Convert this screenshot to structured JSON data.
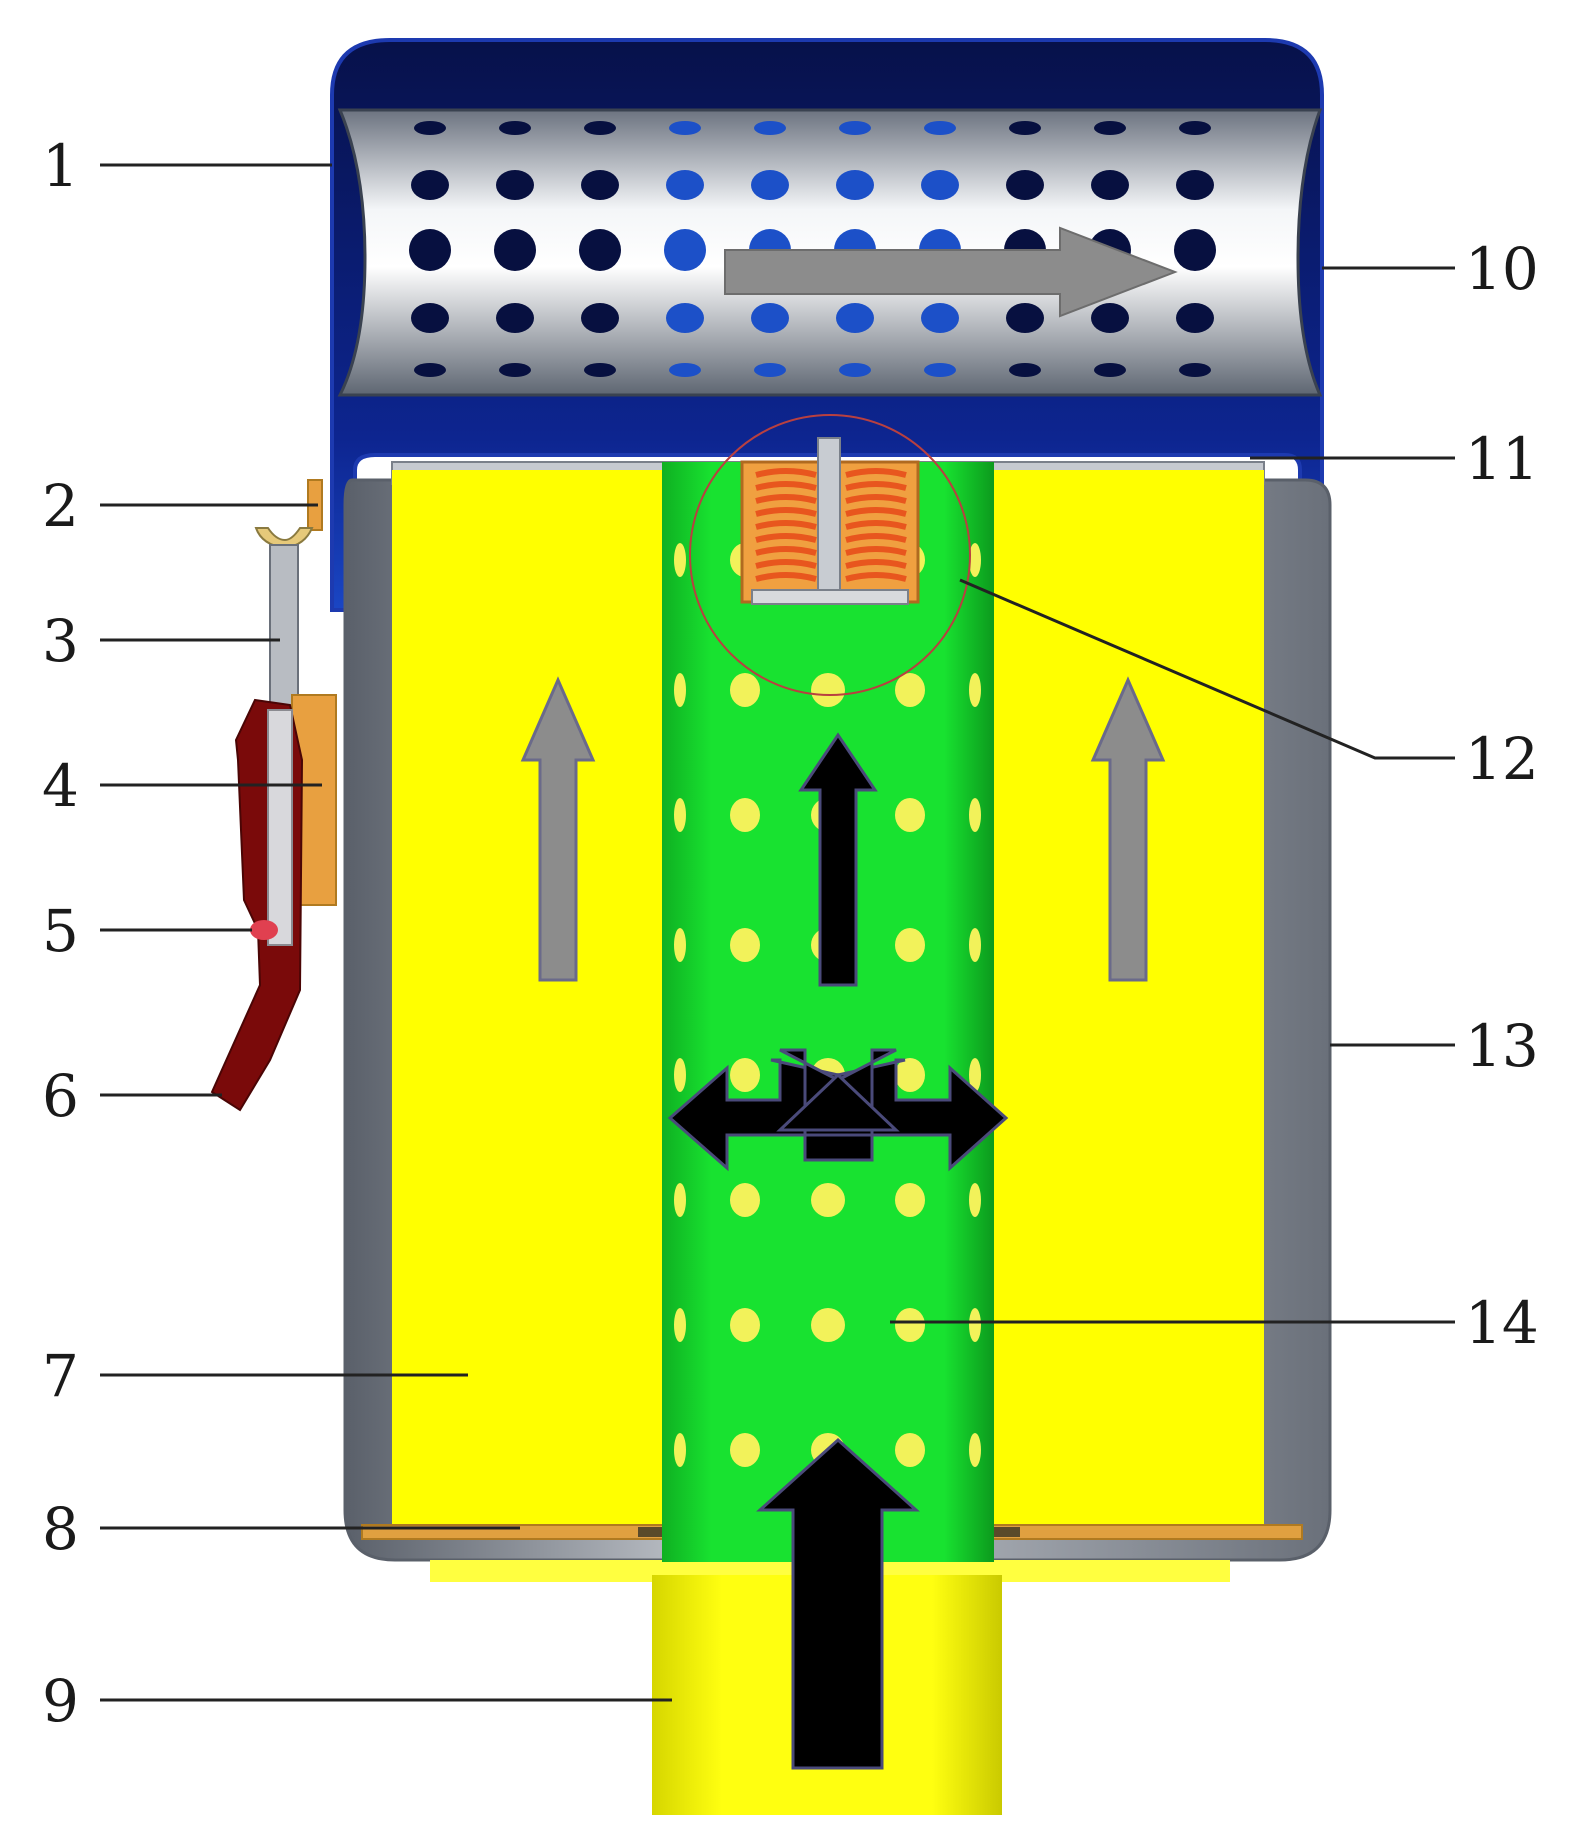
{
  "callouts": {
    "left": [
      {
        "id": "1",
        "label": "1"
      },
      {
        "id": "2",
        "label": "2"
      },
      {
        "id": "3",
        "label": "3"
      },
      {
        "id": "4",
        "label": "4"
      },
      {
        "id": "5",
        "label": "5"
      },
      {
        "id": "6",
        "label": "6"
      },
      {
        "id": "7",
        "label": "7"
      },
      {
        "id": "8",
        "label": "8"
      },
      {
        "id": "9",
        "label": "9"
      }
    ],
    "right": [
      {
        "id": "10",
        "label": "10"
      },
      {
        "id": "11",
        "label": "11"
      },
      {
        "id": "12",
        "label": "12"
      },
      {
        "id": "13",
        "label": "13"
      },
      {
        "id": "14",
        "label": "14"
      }
    ]
  },
  "colors": {
    "cap_blue": "#0c1f7a",
    "cap_highlight": "#1f50c8",
    "filter_yellow": "#ffff00",
    "core_green": "#12d12a",
    "housing_gray": "#8a8f98",
    "spring_orange": "#e8561e",
    "seal_tan": "#e8a040",
    "lever_red": "#7a0a0a",
    "arrow_black": "#000000",
    "arrow_gray": "#8c8c8c"
  }
}
